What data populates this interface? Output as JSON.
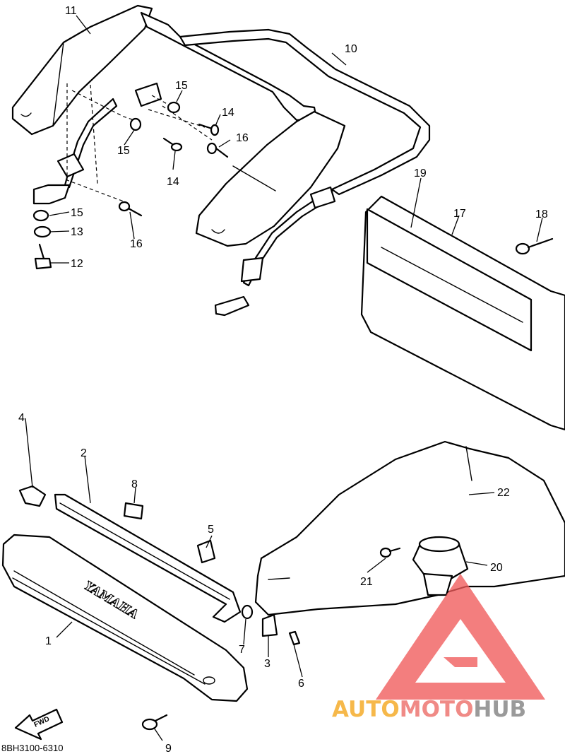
{
  "diagram": {
    "callouts": {
      "c1": "1",
      "c2": "2",
      "c3": "3",
      "c4": "4",
      "c5": "5",
      "c6": "6",
      "c7": "7",
      "c8": "8",
      "c9": "9",
      "c10": "10",
      "c11": "11",
      "c12": "12",
      "c13": "13",
      "c14a": "14",
      "c14b": "14",
      "c15a": "15",
      "c15b": "15",
      "c15c": "15",
      "c16a": "16",
      "c16b": "16",
      "c17": "17",
      "c18": "18",
      "c19": "19",
      "c20": "20",
      "c21": "21",
      "c22": "22"
    },
    "emboss_text": "YAMAHA",
    "fwd_label": "FWD",
    "drawing_code": "8BH3100-6310"
  },
  "watermark": {
    "auto": "AUTO",
    "moto": "MOTO",
    "hub": "HUB",
    "colors": {
      "auto": "#f6b84a",
      "moto": "#f08a86",
      "hub": "#9a9a9a",
      "logo": "#f05a5a"
    }
  }
}
